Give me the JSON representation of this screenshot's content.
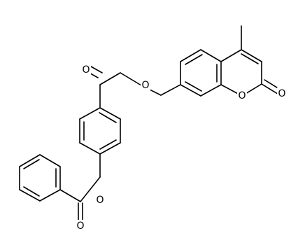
{
  "molecule": {
    "atom_labels": {
      "ketone_oxygen": "O",
      "ether_oxygen": "O",
      "lactone_ring_oxygen": "O",
      "lactone_carbonyl_oxygen": "O",
      "phenyl_ester_oxygen": "O",
      "benzoyl_carbonyl_oxygen": "O"
    },
    "colors": {
      "bond": "#000000",
      "label": "#000000",
      "background": "#ffffff"
    }
  }
}
